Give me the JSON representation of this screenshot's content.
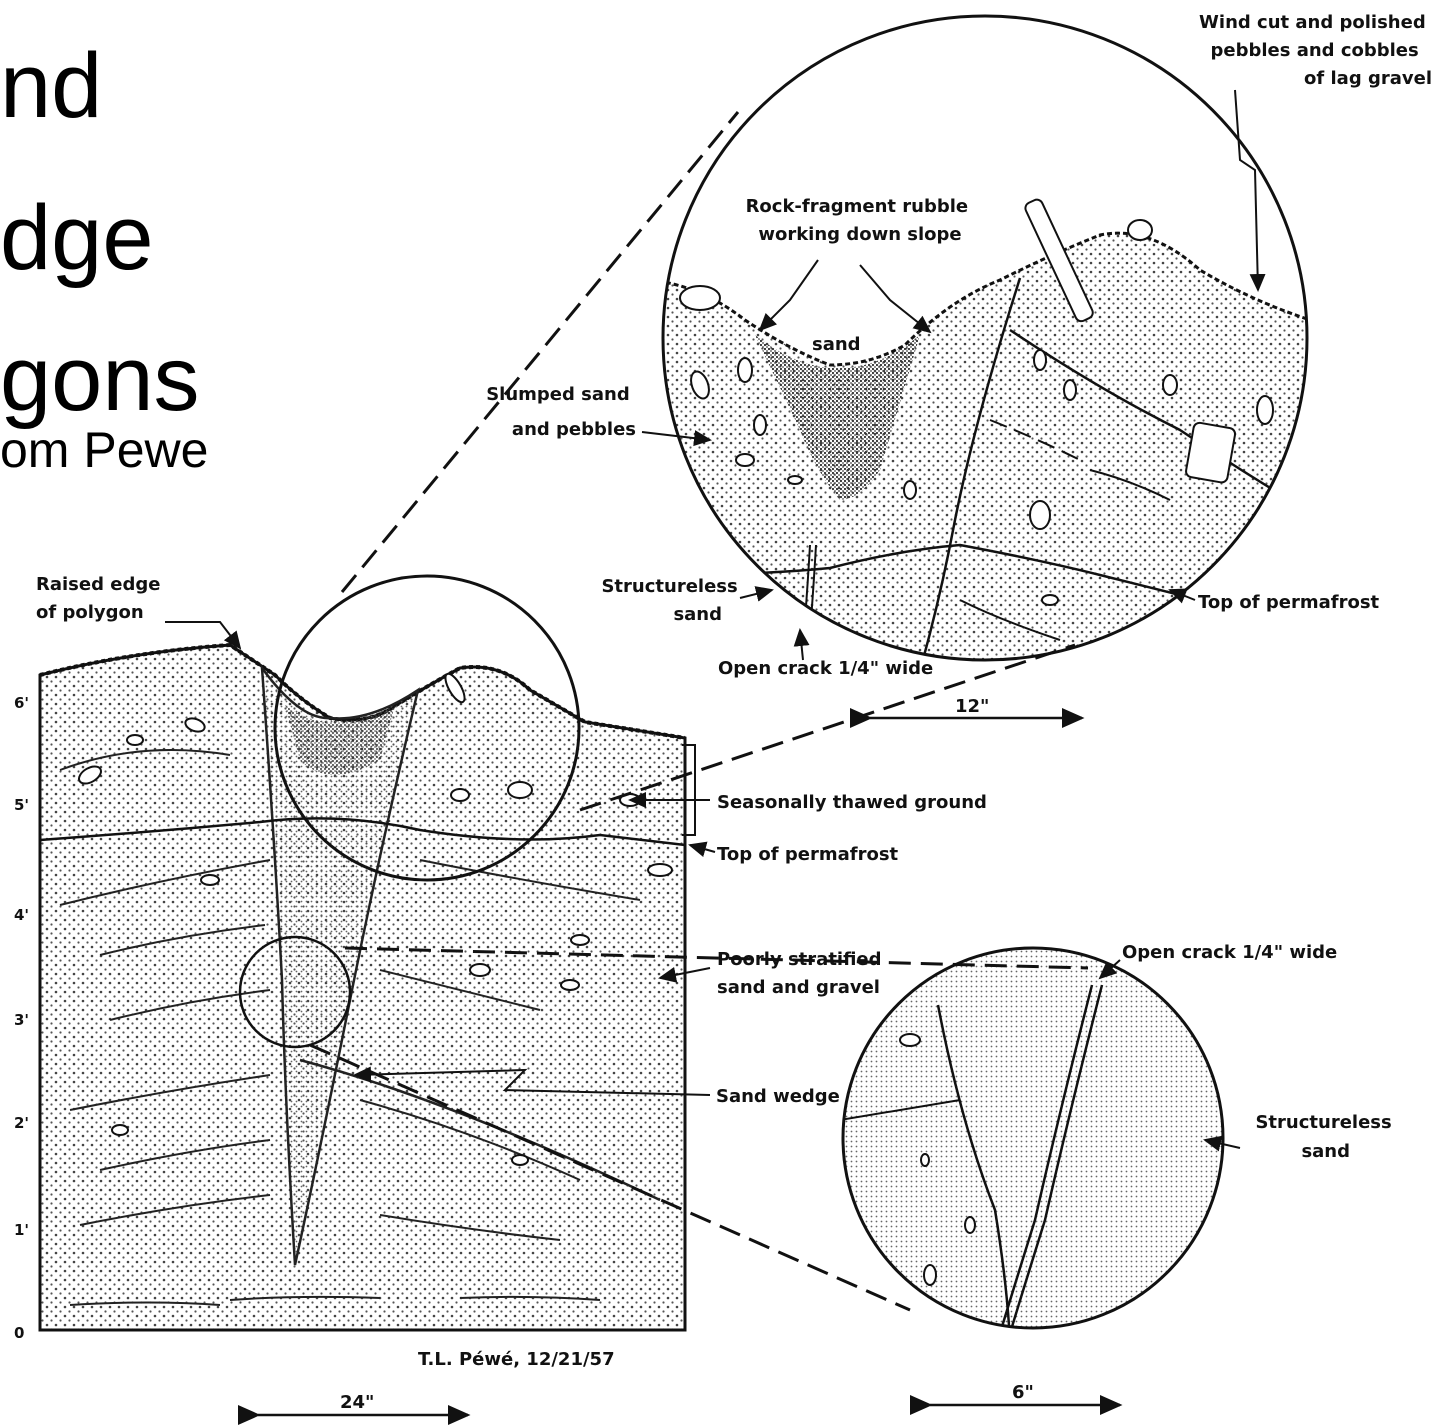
{
  "slide": {
    "title_lines": [
      "nd",
      "dge",
      "gons"
    ],
    "subtitle": "om Pewe"
  },
  "figure": {
    "labels": {
      "wind_cut": [
        "Wind cut and polished",
        "pebbles and cobbles",
        "of lag gravel"
      ],
      "rubble": [
        "Rock-fragment rubble",
        "working down slope"
      ],
      "sand": "sand",
      "slumped": [
        "Slumped sand",
        "and pebbles"
      ],
      "structureless_top": [
        "Structureless",
        "sand"
      ],
      "top_permafrost_upper": "Top of permafrost",
      "open_crack_upper": "Open crack 1/4\" wide",
      "scale_upper": "12\"",
      "raised_edge": [
        "Raised edge",
        "of polygon"
      ],
      "seasonally_thawed": "Seasonally thawed ground",
      "top_permafrost_main": "Top of permafrost",
      "poorly_stratified": [
        "Poorly stratified",
        "sand and gravel"
      ],
      "open_crack_lower": "Open crack 1/4\" wide",
      "sand_wedge": "Sand wedge",
      "structureless_lower": [
        "Structureless",
        "sand"
      ],
      "credit": "T.L. Péwé, 12/21/57",
      "scale_main": "24\"",
      "scale_lower": "6\""
    },
    "depth_ticks": [
      "6'",
      "5'",
      "4'",
      "3'",
      "2'",
      "1'",
      "0"
    ]
  }
}
